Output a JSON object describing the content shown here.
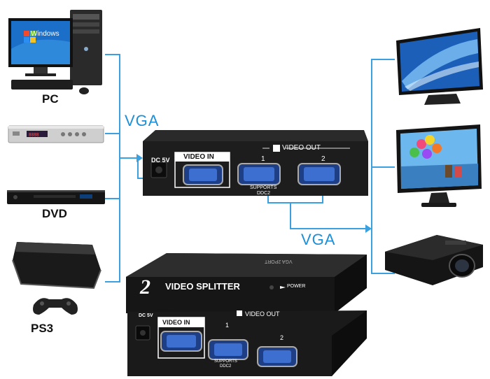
{
  "colors": {
    "line": "#3aa0e0",
    "vga_text": "#1e8fd6",
    "device_dark": "#1c1c1c",
    "port_blue": "#2b5fb8"
  },
  "sources": {
    "pc": {
      "label": "PC",
      "screen_text": "Windows",
      "icon": "pc-icon"
    },
    "receiver": {
      "icon": "set-top-box-icon"
    },
    "dvd": {
      "label": "DVD",
      "icon": "dvd-player-icon"
    },
    "ps3": {
      "label": "PS3",
      "icon": "game-console-icon"
    }
  },
  "connection_labels": {
    "input": "VGA",
    "output": "VGA"
  },
  "splitter_back": {
    "power": "DC 5V",
    "video_in": "VIDEO IN",
    "video_out": "VIDEO OUT",
    "port1": "1",
    "port2": "2",
    "supports": "SUPPORTS",
    "ddc": "DDC2"
  },
  "splitter_front": {
    "number": "2",
    "title": "VIDEO SPLITTER",
    "power_label": "POWER",
    "brand": "VGA 2PORT"
  },
  "splitter_bottom": {
    "power": "DC 5V",
    "video_in": "VIDEO IN",
    "video_out": "VIDEO OUT",
    "port1": "1",
    "port2": "2",
    "supports": "SUPPORTS",
    "ddc": "DDC2"
  },
  "outputs": {
    "tv": {
      "icon": "tv-icon"
    },
    "monitor": {
      "icon": "monitor-icon"
    },
    "projector": {
      "icon": "projector-icon"
    }
  }
}
